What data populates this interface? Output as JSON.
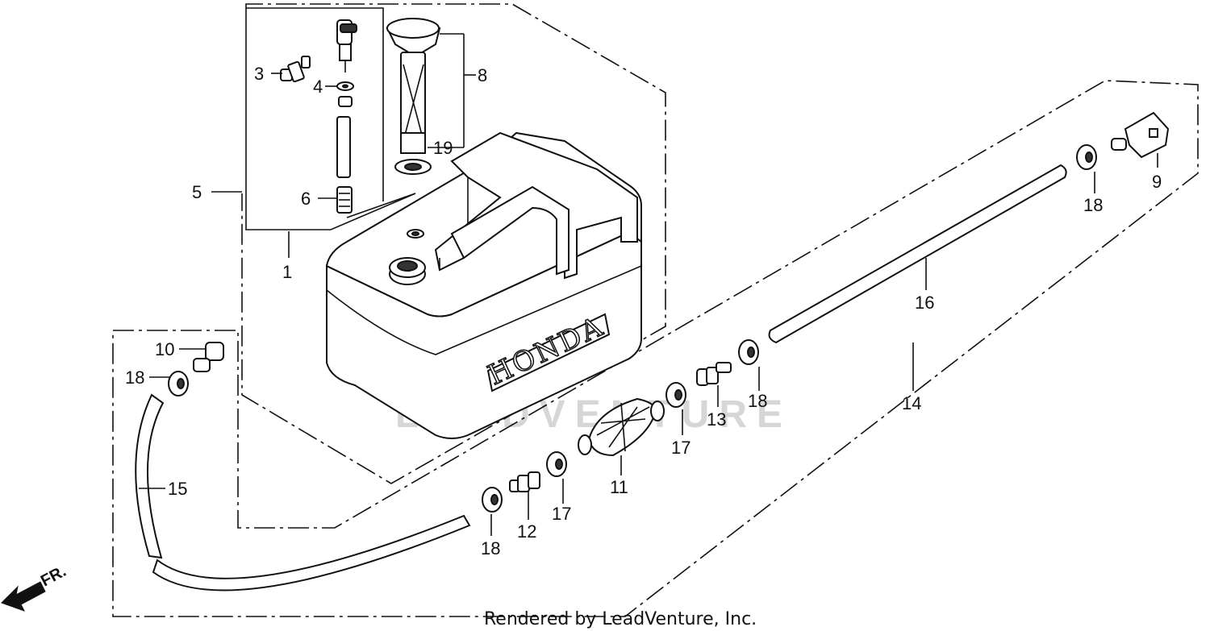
{
  "diagram": {
    "callouts": {
      "c1": "1",
      "c3": "3",
      "c4": "4",
      "c5": "5",
      "c6": "6",
      "c8": "8",
      "c9": "9",
      "c10": "10",
      "c11": "11",
      "c12": "12",
      "c13": "13",
      "c14": "14",
      "c15": "15",
      "c16": "16",
      "c17a": "17",
      "c17b": "17",
      "c18a": "18",
      "c18b": "18",
      "c18c": "18",
      "c18d": "18",
      "c19": "19"
    },
    "tank_brand": "HONDA",
    "direction_label": "FR.",
    "watermark": "LEADVENTURE",
    "credit": "Rendered by LeadVenture, Inc."
  }
}
